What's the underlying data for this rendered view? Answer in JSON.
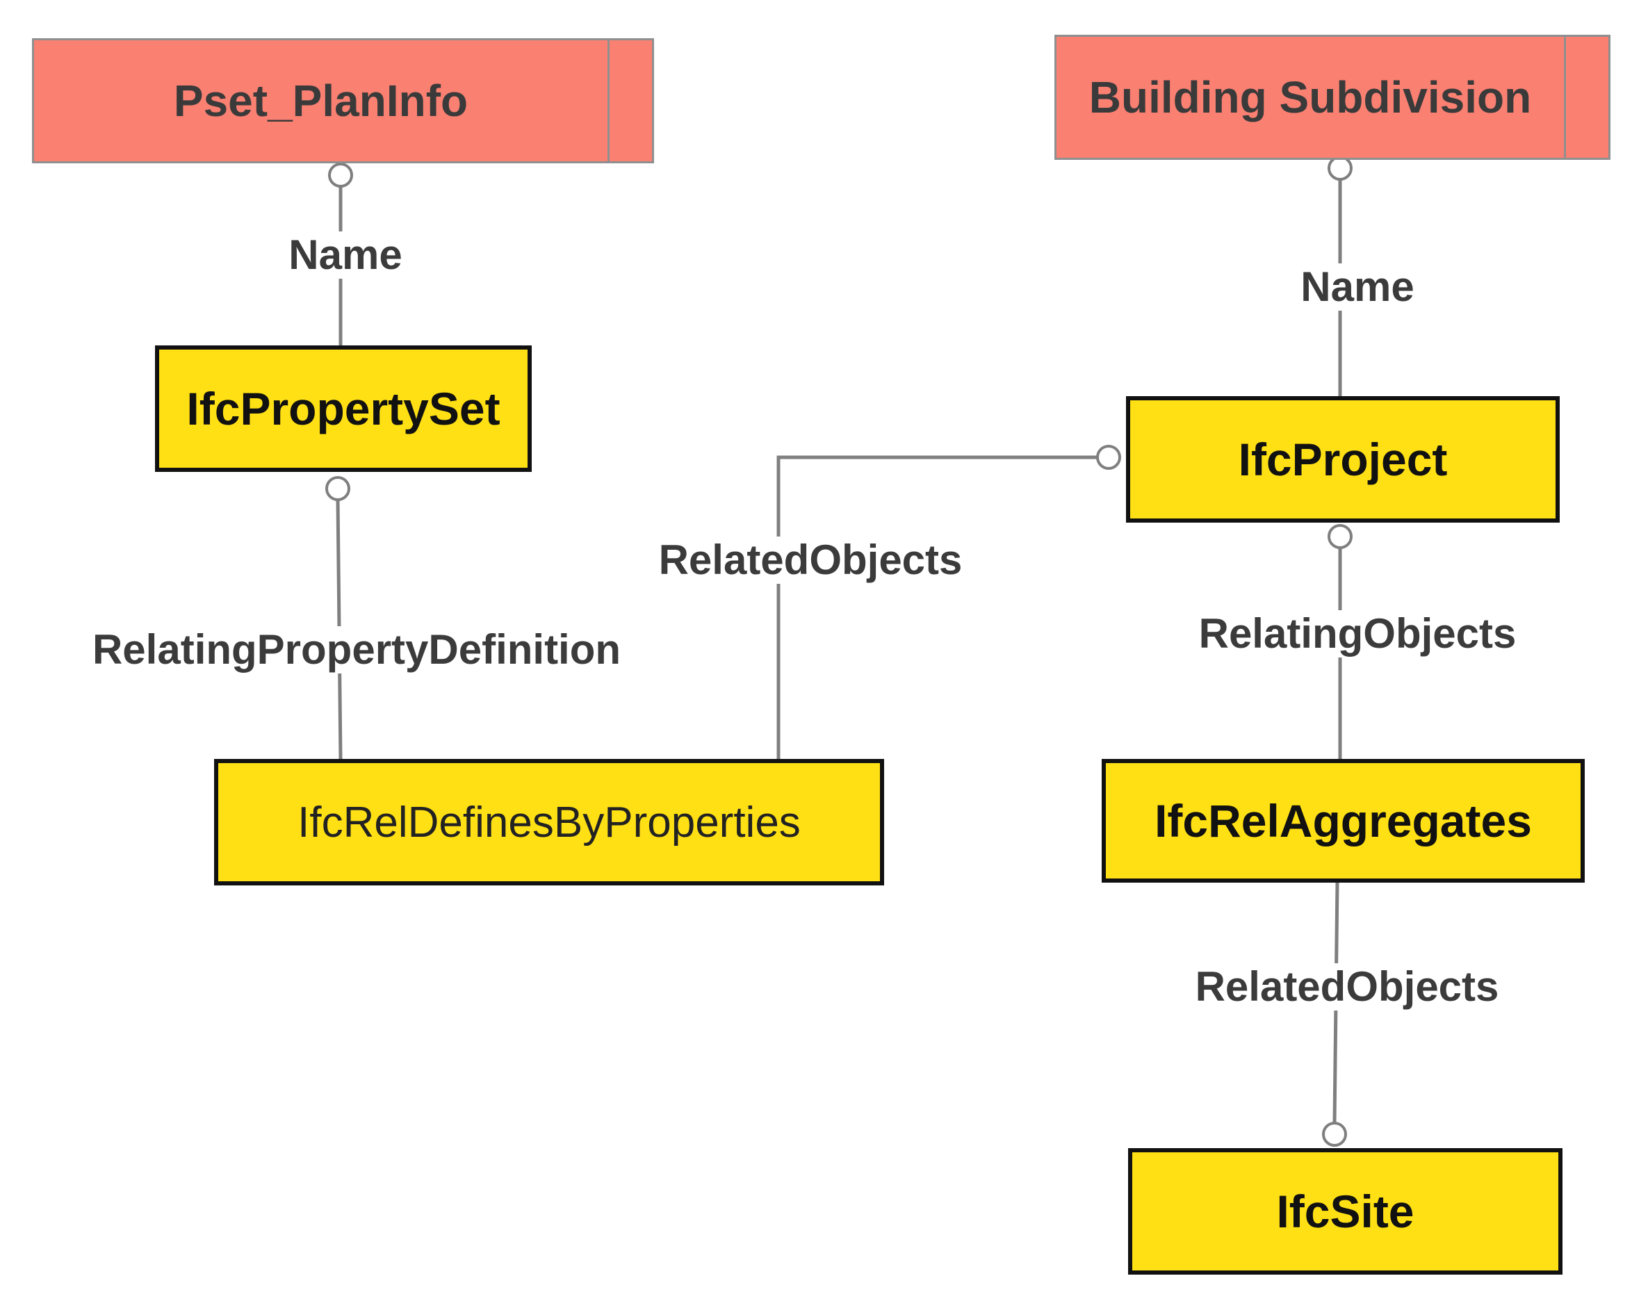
{
  "nodes": {
    "pset_planinfo": "Pset_PlanInfo",
    "building_subdivision": "Building Subdivision",
    "ifcpropertyset": "IfcPropertySet",
    "ifcreldefinesbyproperties": "IfcRelDefinesByProperties",
    "ifcproject": "IfcProject",
    "ifcrelaggregates": "IfcRelAggregates",
    "ifcsite": "IfcSite"
  },
  "edges": {
    "name_left": "Name",
    "name_right": "Name",
    "relating_property_definition": "RelatingPropertyDefinition",
    "related_objects_left": "RelatedObjects",
    "relating_objects": "RelatingObjects",
    "related_objects_right": "RelatedObjects"
  },
  "colors": {
    "property_set_fill": "#fa8072",
    "entity_fill": "#ffe014",
    "connector": "#7f7f7f"
  }
}
